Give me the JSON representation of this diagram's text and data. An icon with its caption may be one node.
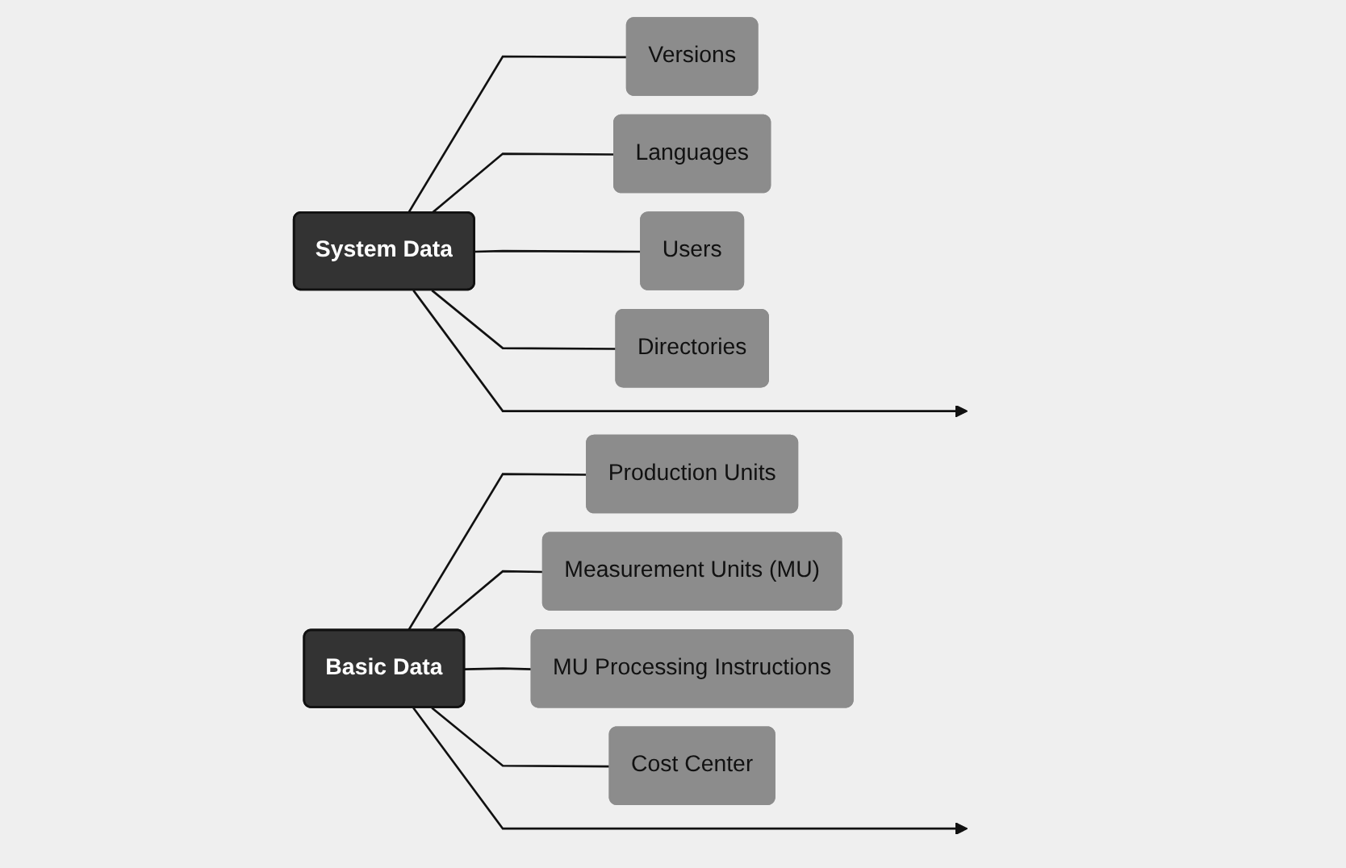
{
  "diagram": {
    "nodes": [
      {
        "text": [
          "System Data"
        ]
      },
      {
        "text": [
          "Versions"
        ]
      },
      {
        "text": [
          "Languages"
        ]
      },
      {
        "text": [
          "Users"
        ]
      },
      {
        "text": [
          "Directories"
        ]
      },
      {
        "text": [
          "Basic Data"
        ]
      },
      {
        "text": [
          "Production Units"
        ]
      },
      {
        "text": [
          "Measurement Units (MU)"
        ]
      },
      {
        "text": [
          "MU Processing Instructions"
        ]
      },
      {
        "text": [
          "Cost Center"
        ]
      }
    ],
    "edges": [
      {
        "from": 0,
        "to": 1,
        "arrow": "none"
      },
      {
        "from": 0,
        "to": 2,
        "arrow": "none"
      },
      {
        "from": 0,
        "to": 3,
        "arrow": "none"
      },
      {
        "from": 0,
        "to": 4,
        "arrow": "none"
      },
      {
        "from": 0,
        "to": null,
        "arrow": "to"
      },
      {
        "from": 5,
        "to": 6,
        "arrow": "none"
      },
      {
        "from": 5,
        "to": 7,
        "arrow": "none"
      },
      {
        "from": 5,
        "to": 8,
        "arrow": "none"
      },
      {
        "from": 5,
        "to": 9,
        "arrow": "none"
      },
      {
        "from": 5,
        "to": null,
        "arrow": "to"
      }
    ]
  }
}
